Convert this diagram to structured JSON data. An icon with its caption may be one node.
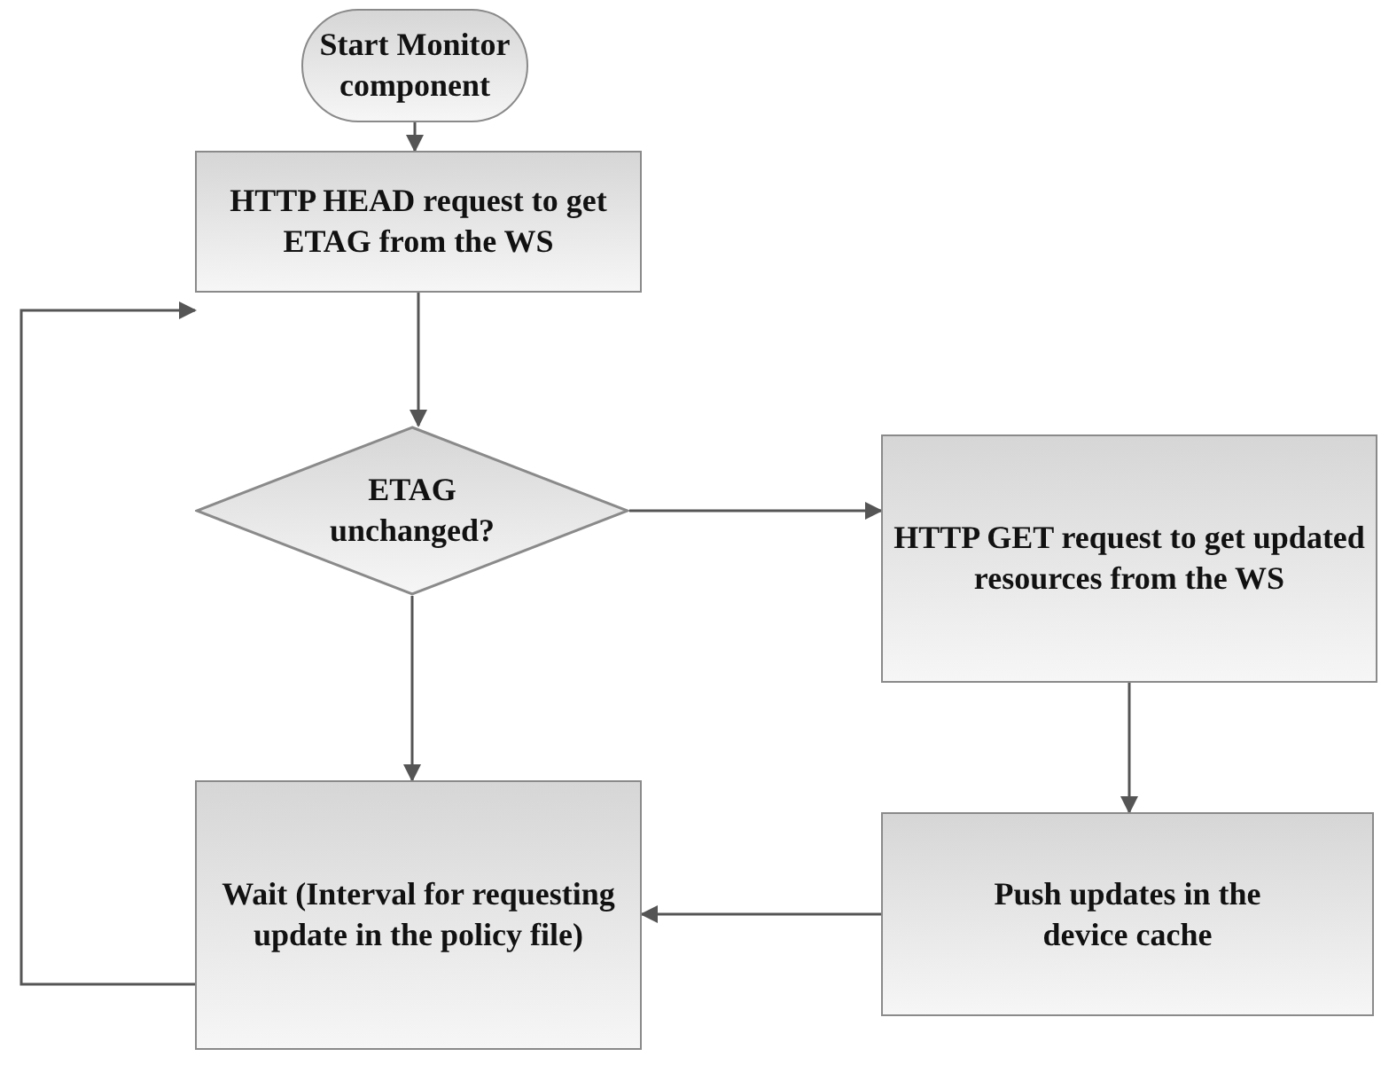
{
  "diagram": {
    "nodes": [
      {
        "text": [
          "Start Monitor component"
        ]
      },
      {
        "text": [
          "HTTP HEAD request to get ETAG from the WS"
        ]
      },
      {
        "text": [
          "ETAG unchanged?"
        ]
      },
      {
        "text": [
          "HTTP GET request to get updated resources from the WS"
        ]
      },
      {
        "text": [
          "Wait (Interval for requesting update in the policy file)"
        ]
      },
      {
        "text": [
          "Push updates in the device cache"
        ]
      }
    ],
    "edges": [
      {
        "from": 0,
        "to": 1,
        "arrow": "to"
      },
      {
        "from": 1,
        "to": 2,
        "arrow": "to"
      },
      {
        "from": 2,
        "to": 3,
        "arrow": "to"
      },
      {
        "from": 2,
        "to": 4,
        "arrow": "to"
      },
      {
        "from": 3,
        "to": 5,
        "arrow": "to"
      },
      {
        "from": 5,
        "to": 4,
        "arrow": "to"
      },
      {
        "from": 4,
        "to": 1,
        "arrow": "to"
      }
    ]
  }
}
